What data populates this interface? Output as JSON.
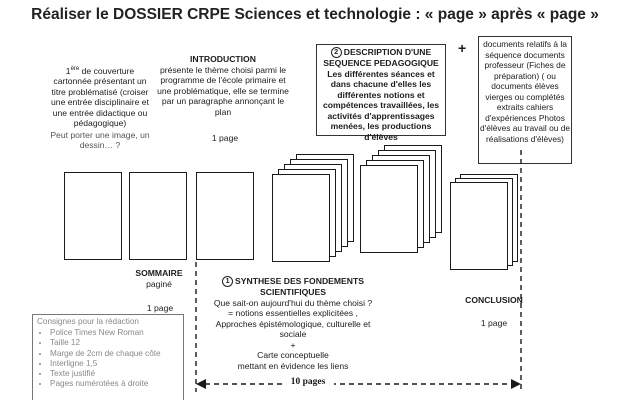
{
  "title": "Réaliser le DOSSIER CRPE Sciences et technologie : « page » après « page »",
  "couverture": {
    "ordinal": "1",
    "ordinal_sup": "ère",
    "text": " de couverture cartonnée présentant un titre problématisé (croiser une entrée disciplinaire et une entrée didactique ou pédagogique)",
    "note": "Peut porter une image, un dessin… ?"
  },
  "introduction": {
    "heading": "INTRODUCTION",
    "text": "présente le thème choisi parmi le programme de l'école primaire et une problématique, elle se termine par un paragraphe annonçant le plan",
    "pages": "1 page"
  },
  "sommaire": {
    "heading": "SOMMAIRE",
    "sub": "paginé",
    "pages": "1 page"
  },
  "description": {
    "number": "2",
    "heading": "DESCRIPTION D'UNE SEQUENCE PEDAGOGIQUE",
    "text": "Les différentes séances et dans chacune d'elles les différentes notions et compétences travaillées, les activités d'apprentissages menées, les productions d'élèves"
  },
  "plus_sign": "+",
  "annexes": {
    "text": "documents relatifs à la séquence documents professeur (Fiches de préparation) ( ou documents élèves vierges ou complétés extraits cahiers d'expériences Photos d'élèves au travail ou de réalisations d'élèves)"
  },
  "synthese": {
    "number": "1",
    "heading": "SYNTHESE DES FONDEMENTS SCIENTIFIQUES",
    "line1": "Que sait-on aujourd'hui du thème choisi ?",
    "line2": "= notions essentielles explicitées ,",
    "line3": "Approches épistémologique, culturelle et sociale",
    "line4": "+",
    "line5": "Carte conceptuelle",
    "line6": "mettant en évidence les liens"
  },
  "conclusion": {
    "heading": "CONCLUSION",
    "pages": "1 page"
  },
  "total": "10 pages",
  "consignes": {
    "heading": "Consignes pour la rédaction",
    "items": [
      "Police Times New Roman",
      "Taille 12",
      "Marge de 2cm de chaque côte",
      "Interligne 1,5",
      "Texte justifié",
      "Pages numérotées à droite"
    ]
  }
}
